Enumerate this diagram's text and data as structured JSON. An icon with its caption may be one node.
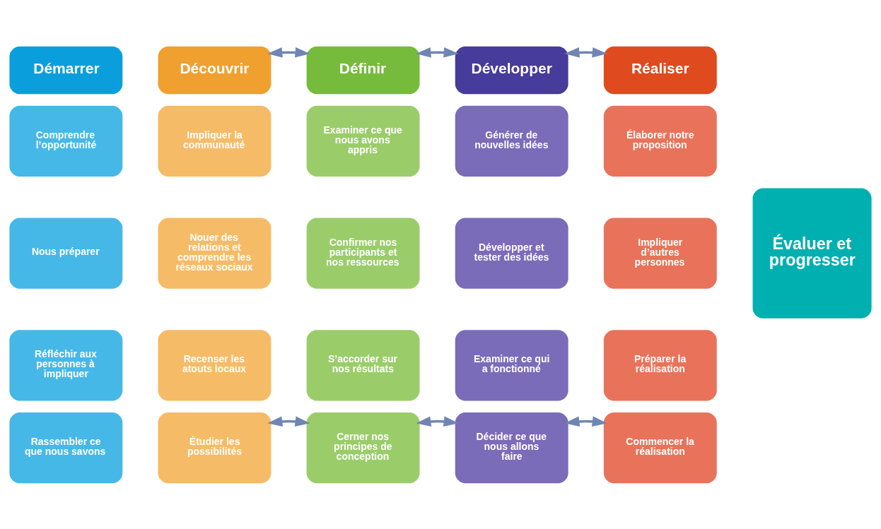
{
  "diagram": {
    "nodes": [
      {
        "text": [
          "Démarrer"
        ]
      },
      {
        "text": [
          "Comprendre l’opportunité"
        ]
      },
      {
        "text": [
          "Nous préparer"
        ]
      },
      {
        "text": [
          "Réfléchir aux personnes à impliquer"
        ]
      },
      {
        "text": [
          "Rassembler ce que nous savons"
        ]
      },
      {
        "text": [
          "Découvrir"
        ]
      },
      {
        "text": [
          "Impliquer la communauté"
        ]
      },
      {
        "text": [
          "Nouer des relations et comprendre les réseaux sociaux"
        ]
      },
      {
        "text": [
          "Recenser les atouts locaux"
        ]
      },
      {
        "text": [
          "Étudier les possibilités"
        ]
      },
      {
        "text": [
          "Définir"
        ]
      },
      {
        "text": [
          "Examiner ce que nous avons appris"
        ]
      },
      {
        "text": [
          "Confirmer nos participants et nos ressources"
        ]
      },
      {
        "text": [
          "S’accorder sur nos résultats"
        ]
      },
      {
        "text": [
          "Cerner nos principes de conception"
        ]
      },
      {
        "text": [
          "Développer"
        ]
      },
      {
        "text": [
          "Générer de nouvelles idées"
        ]
      },
      {
        "text": [
          "Développer et tester des idées"
        ]
      },
      {
        "text": [
          "Examiner ce qui a fonctionné"
        ]
      },
      {
        "text": [
          "Décider ce que nous allons faire"
        ]
      },
      {
        "text": [
          "Réaliser"
        ]
      },
      {
        "text": [
          "Élaborer notre proposition"
        ]
      },
      {
        "text": [
          "Impliquer d’autres personnes"
        ]
      },
      {
        "text": [
          "Préparer la réalisation"
        ]
      },
      {
        "text": [
          "Commencer la réalisation"
        ]
      },
      {
        "text": [
          "Évaluer et progresser"
        ]
      }
    ],
    "edges": [
      {
        "from": 5,
        "to": 10,
        "arrow": "both"
      },
      {
        "from": 10,
        "to": 15,
        "arrow": "both"
      },
      {
        "from": 15,
        "to": 20,
        "arrow": "both"
      },
      {
        "from": 9,
        "to": 14,
        "arrow": "both"
      },
      {
        "from": 14,
        "to": 19,
        "arrow": "both"
      },
      {
        "from": 19,
        "to": 24,
        "arrow": "both"
      }
    ]
  }
}
